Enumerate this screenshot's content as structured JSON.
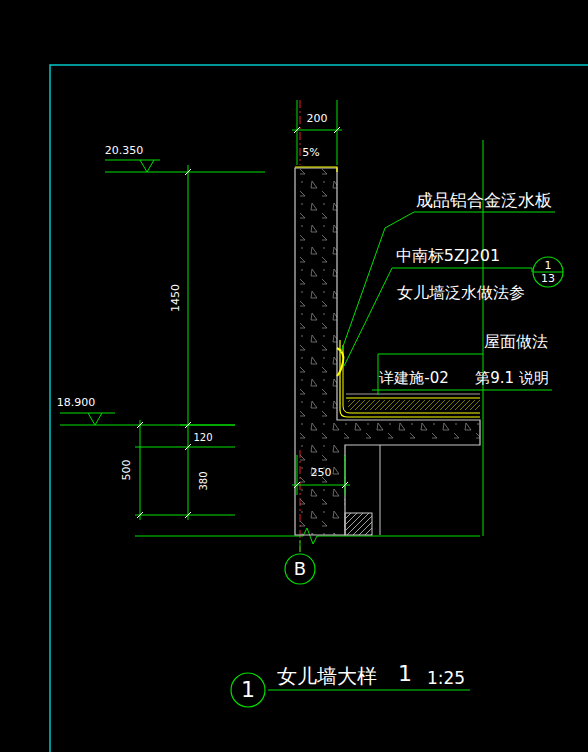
{
  "diagram": {
    "title": "女儿墙大样",
    "nodes": [
      {
        "text": [
          "1",
          "13"
        ]
      },
      {
        "text": [
          "B"
        ]
      },
      {
        "text": [
          "1"
        ]
      }
    ],
    "labels": [
      "200",
      "5%",
      "20.350",
      "1450",
      "18.900",
      "120",
      "500",
      "380",
      "250",
      "成品铝合金泛水板",
      "中南标5ZJ201",
      "女儿墙泛水做法参",
      "屋面做法",
      "详建施-02",
      "第9.1 说明",
      "1",
      "1:25"
    ]
  }
}
